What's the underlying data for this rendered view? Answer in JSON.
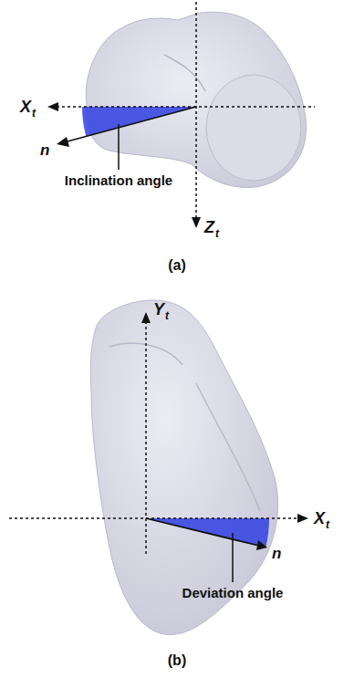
{
  "diagram": {
    "labels": [
      "X",
      "t",
      "n",
      "Inclination angle",
      "Z",
      "t",
      "(a)",
      "Y",
      "t",
      "X",
      "t",
      "n",
      "Deviation angle",
      "(b)"
    ]
  }
}
